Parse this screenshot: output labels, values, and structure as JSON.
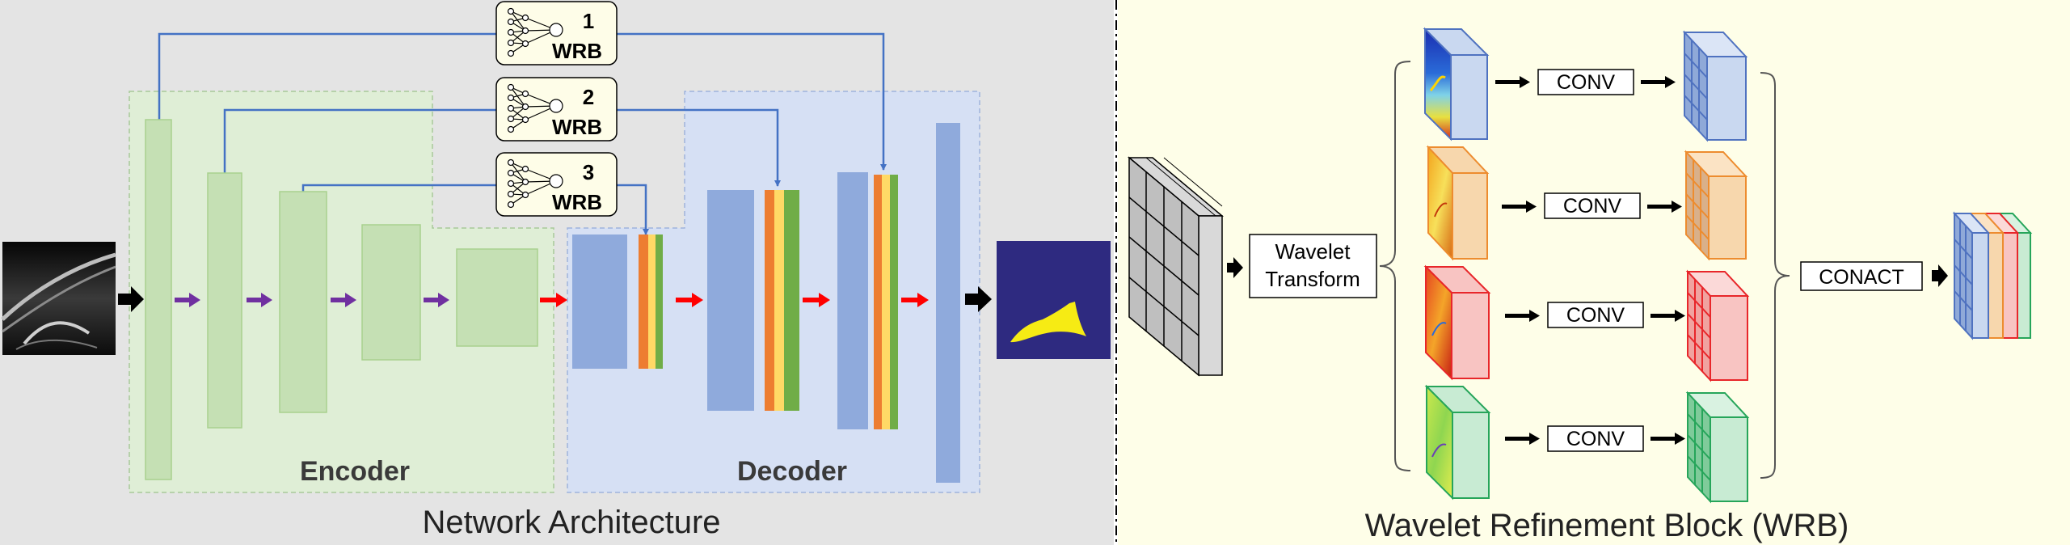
{
  "left_panel": {
    "title": "Network Architecture",
    "encoder_label": "Encoder",
    "decoder_label": "Decoder",
    "wrb_modules": [
      {
        "index": "1",
        "label": "WRB"
      },
      {
        "index": "2",
        "label": "WRB"
      },
      {
        "index": "3",
        "label": "WRB"
      }
    ]
  },
  "right_panel": {
    "title": "Wavelet Refinement Block (WRB)",
    "transform_line1": "Wavelet",
    "transform_line2": "Transform",
    "conv_label": "CONV",
    "concat_label": "CONACT",
    "subbands": [
      {
        "name": "blue",
        "color": "#4f72c0",
        "light": "#c9d8f0"
      },
      {
        "name": "orange",
        "color": "#ed8c2f",
        "light": "#f7d7ad"
      },
      {
        "name": "red",
        "color": "#e8262a",
        "light": "#f8c4c2"
      },
      {
        "name": "green",
        "color": "#26a55a",
        "light": "#c8ebd3"
      }
    ]
  },
  "colors": {
    "left_bg": "#e4e4e4",
    "right_bg": "#fefee8",
    "encoder_region": "#dfeed6",
    "decoder_region": "#d6e0f4",
    "encoder_block": "#c5e0b4",
    "decoder_block": "#8faadc",
    "skip_line": "#4472c4",
    "encoder_arrow": "#7030a0",
    "decoder_arrow": "#ff0000",
    "concat_orange": "#ed7d31",
    "concat_yellow": "#ffd966",
    "concat_green": "#70ad47",
    "output_bg": "#2e2a80",
    "output_mask": "#f6eb14"
  }
}
